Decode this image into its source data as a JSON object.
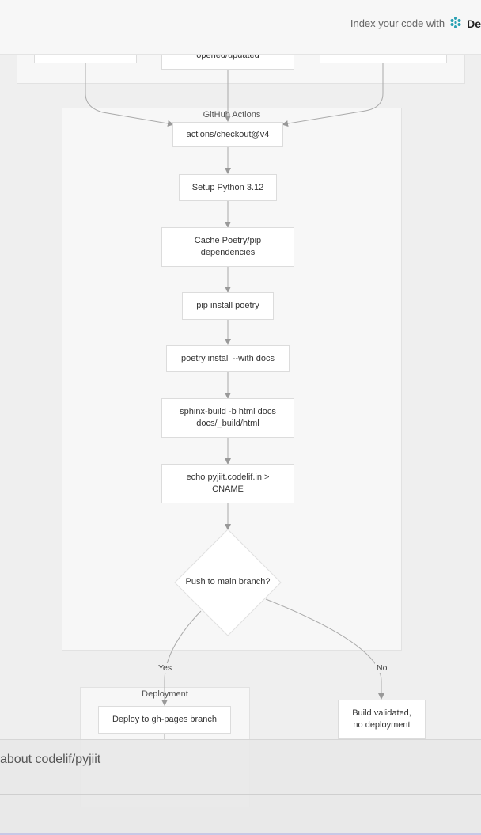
{
  "header": {
    "index_text": "Index your code with",
    "brand": "De"
  },
  "clusters": {
    "github_actions": "GitHub Actions",
    "deployment": "Deployment"
  },
  "trigger": {
    "partial_node": "opened/updated"
  },
  "steps": {
    "checkout": "actions/checkout@v4",
    "setup_python": "Setup Python 3.12",
    "cache_line1": "Cache Poetry/pip",
    "cache_line2": "dependencies",
    "pip_install": "pip install poetry",
    "poetry_install": "poetry install --with docs",
    "sphinx_line1": "sphinx-build -b html docs",
    "sphinx_line2": "docs/_build/html",
    "echo_line1": "echo pyjiit.codelif.in >",
    "echo_line2": "CNAME",
    "decision": "Push to main branch?"
  },
  "edges": {
    "yes": "Yes",
    "no": "No"
  },
  "deployment": {
    "deploy": "Deploy to gh-pages branch"
  },
  "no_deploy": {
    "line1": "Build validated,",
    "line2": "no deployment"
  },
  "footer": {
    "ask_text": "about codelif/pyjiit"
  },
  "colors": {
    "logo": "#2aa1b3",
    "edge": "#999999",
    "node_border": "#dcdcdc"
  },
  "icons": {
    "brand_logo": "devin-logo-icon"
  }
}
